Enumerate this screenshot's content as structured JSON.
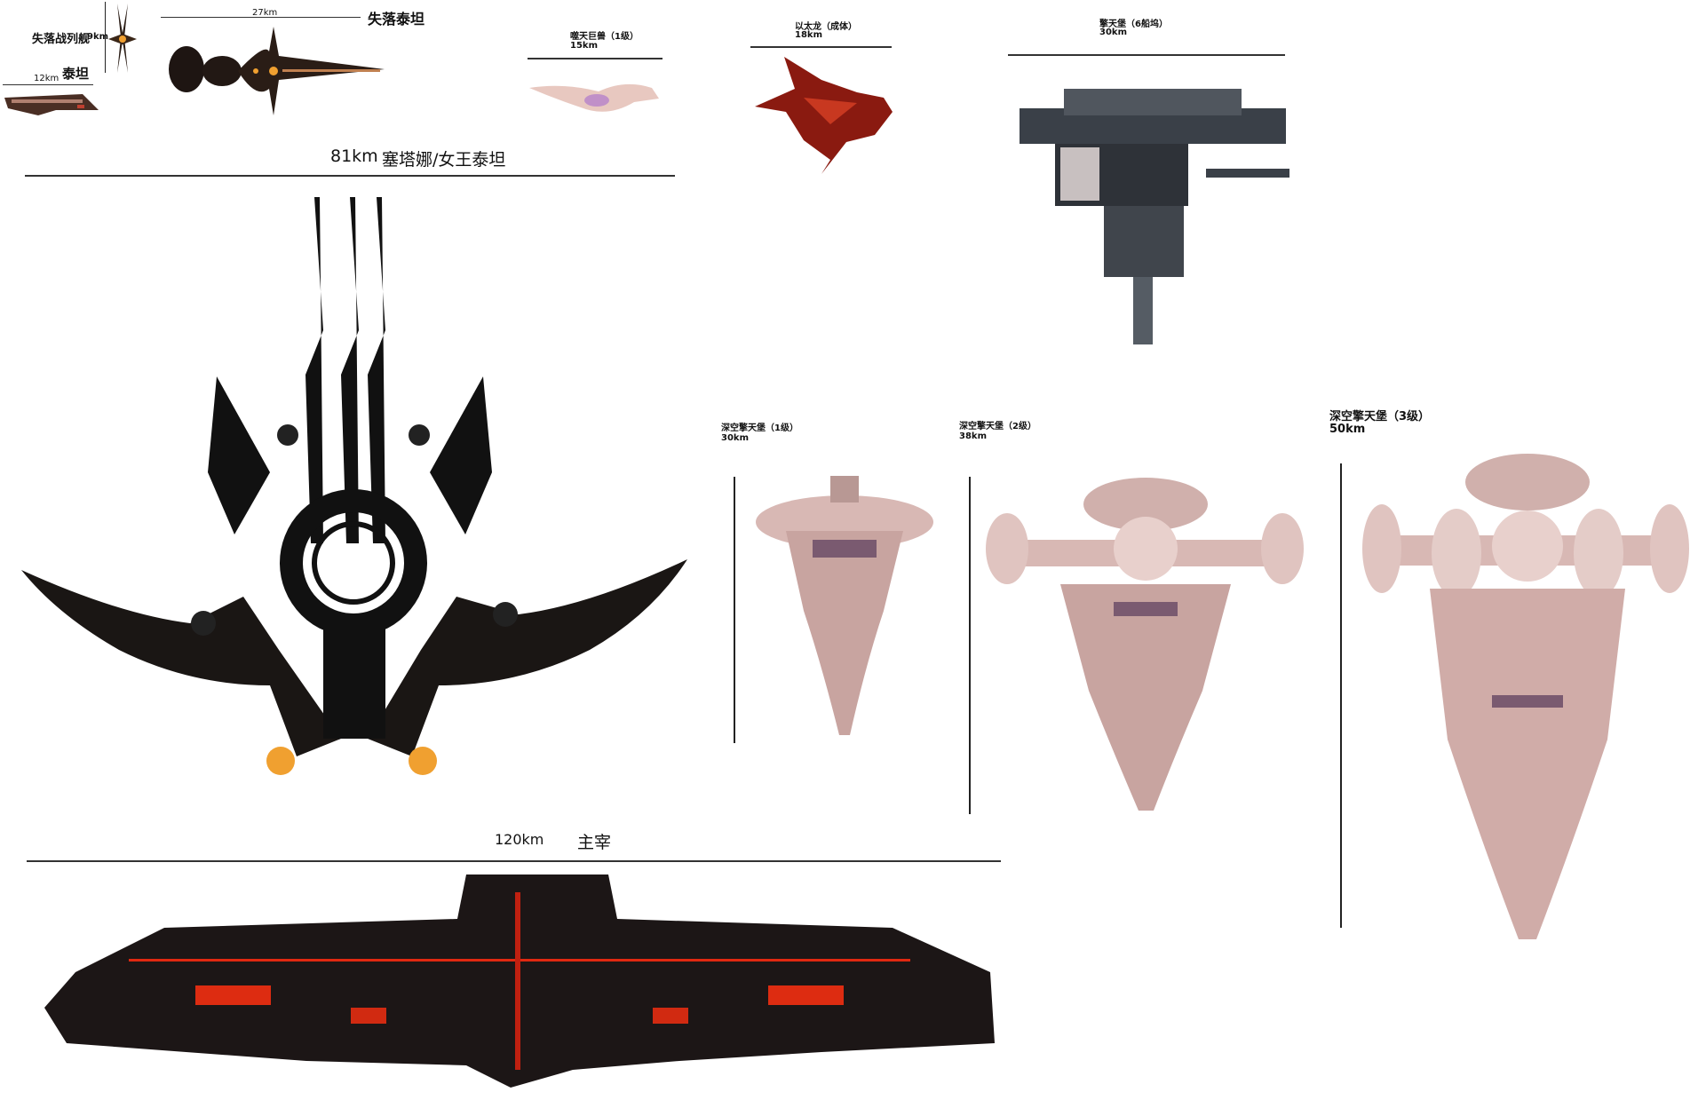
{
  "ships": {
    "lost_battleship": {
      "name": "失落战列舰",
      "size": "9km"
    },
    "titan": {
      "name": "泰坦",
      "size": "12km"
    },
    "lost_titan": {
      "name": "失落泰坦",
      "size": "27km"
    },
    "devourer": {
      "name": "噬天巨兽（1级）",
      "size": "15km"
    },
    "ether_dragon": {
      "name": "以太龙（成体）",
      "size": "18km"
    },
    "citadel": {
      "name": "擎天堡（6船坞）",
      "size": "30km"
    },
    "queen_titan": {
      "name": "塞塔娜/女王泰坦",
      "size": "81km"
    },
    "deep_citadel_1": {
      "name": "深空擎天堡（1级）",
      "size": "30km"
    },
    "deep_citadel_2": {
      "name": "深空擎天堡（2级）",
      "size": "38km"
    },
    "deep_citadel_3": {
      "name": "深空擎天堡（3级）",
      "size": "50km"
    },
    "dominator": {
      "name": "主宰",
      "size": "120km"
    }
  },
  "colors": {
    "dark_hull": "#1a1412",
    "glow": "#f0a030",
    "pink_hull": "#d8b8b4",
    "red_glow": "#ff3010",
    "steel": "#4a5058"
  }
}
